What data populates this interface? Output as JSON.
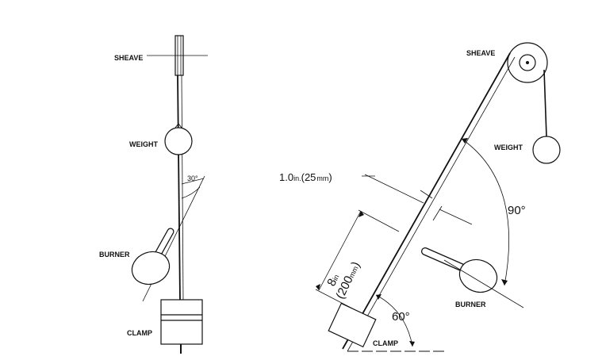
{
  "left_figure": {
    "sheave_label": "SHEAVE",
    "weight_label": "WEIGHT",
    "burner_label": "BURNER",
    "clamp_label": "CLAMP",
    "angle_label": "30°"
  },
  "right_figure": {
    "sheave_label": "SHEAVE",
    "weight_label": "WEIGHT",
    "burner_label": "BURNER",
    "clamp_label": "CLAMP",
    "angle_90": "90°",
    "angle_60": "60°",
    "dim_gap_value": "1.0",
    "dim_gap_unit_in": "in.",
    "dim_gap_metric": "25",
    "dim_gap_unit_mm": "mm",
    "dim_length_value": "8",
    "dim_length_unit_in": "in",
    "dim_length_metric": "200",
    "dim_length_unit_mm": "mm"
  }
}
